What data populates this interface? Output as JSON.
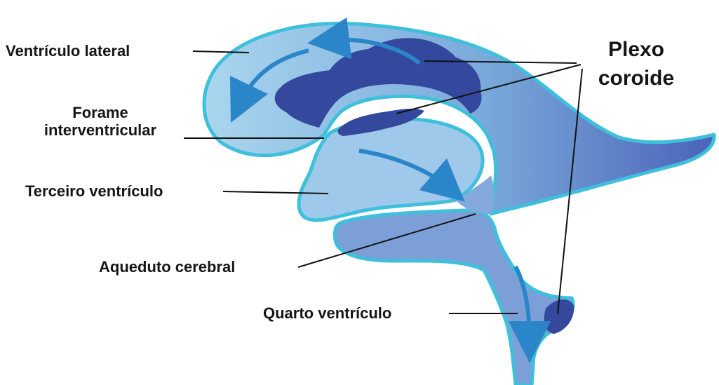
{
  "labels": {
    "lateral_ventricle": "Ventrículo lateral",
    "foramen_line1": "Forame",
    "foramen_line2": "interventricular",
    "third_ventricle": "Terceiro ventrículo",
    "aqueduct": "Aqueduto cerebral",
    "fourth_ventricle": "Quarto ventrículo",
    "choroid_line1": "Plexo",
    "choroid_line2": "coroide"
  },
  "colors": {
    "ventricle_light": "#a9d6ee",
    "ventricle_mid": "#7aa9db",
    "ventricle_dark": "#4a63b8",
    "outline": "#3ec0dc",
    "choroid_plexus": "#34489e",
    "flow_arrow": "#2b86c9",
    "leader_line": "#111111"
  }
}
